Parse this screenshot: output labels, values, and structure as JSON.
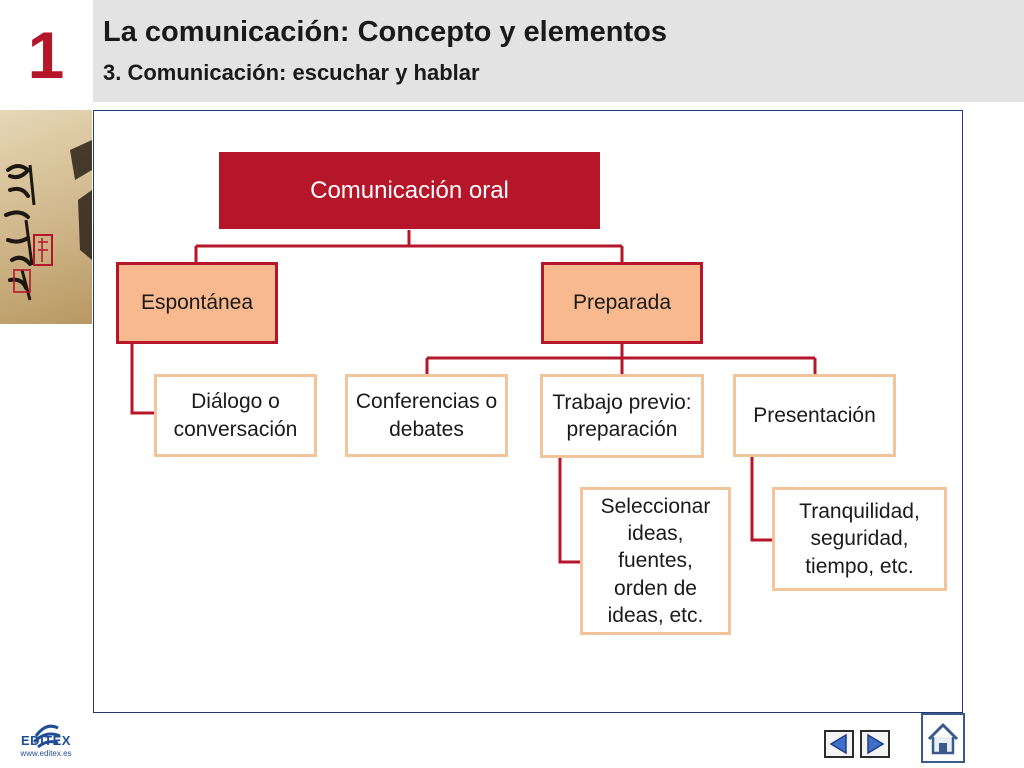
{
  "header": {
    "chapter_number": "1",
    "title": "La comunicación: Concepto y elementos",
    "subtitle": "3. Comunicación: escuchar y hablar"
  },
  "diagram": {
    "root": "Comunicación oral",
    "level1": [
      "Espontánea",
      "Preparada"
    ],
    "spontaneous_leaf": "Diálogo o conversación",
    "prepared_children": [
      "Conferencias o debates",
      "Trabajo previo: preparación",
      "Presentación"
    ],
    "preparation_detail": "Seleccionar ideas, fuentes, orden de ideas, etc.",
    "presentation_detail": "Tranquilidad, seguridad, tiempo, etc."
  },
  "footer": {
    "logo_name": "EDITEX",
    "logo_url": "www.editex.es"
  },
  "colors": {
    "accent": "#b5162a",
    "level1_fill": "#f7b98d",
    "leaf_border": "#f2c49a",
    "connector": "#b5162a",
    "frame": "#1f3b73"
  },
  "icons": {
    "back": "triangle-left-icon",
    "forward": "triangle-right-icon",
    "home": "house-icon"
  }
}
